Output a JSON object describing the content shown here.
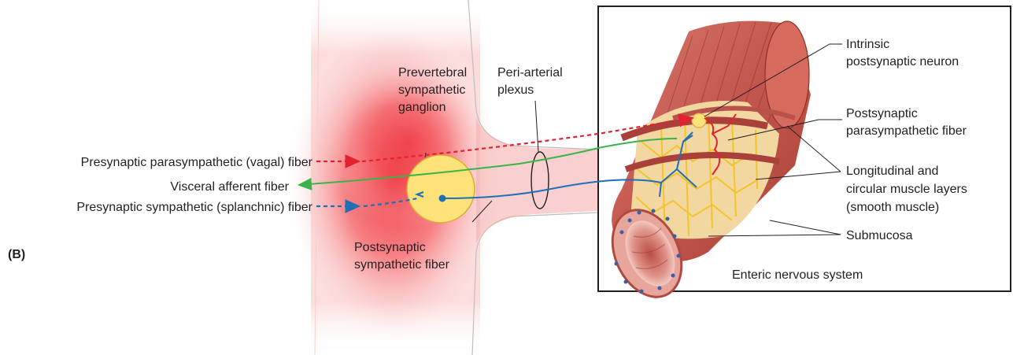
{
  "panel_label": "(B)",
  "left_labels": {
    "presynaptic_parasympathetic": "Presynaptic parasympathetic (vagal) fiber",
    "visceral_afferent": "Visceral afferent fiber",
    "presynaptic_sympathetic": "Presynaptic sympathetic (splanchnic) fiber"
  },
  "ganglion_label": [
    "Prevertebral",
    "sympathetic",
    "ganglion"
  ],
  "plexus_label": [
    "Peri-arterial",
    "plexus"
  ],
  "postsynaptic_sympathetic_label": [
    "Postsynaptic",
    "sympathetic fiber"
  ],
  "right_labels": {
    "intrinsic_neuron": [
      "Intrinsic",
      "postsynaptic neuron"
    ],
    "postsynaptic_parasympathetic": [
      "Postsynaptic",
      "parasympathetic fiber"
    ],
    "muscle_layers": [
      "Longitudinal and",
      "circular muscle layers",
      "(smooth muscle)"
    ],
    "submucosa": "Submucosa"
  },
  "box_caption": "Enteric nervous system",
  "colors": {
    "parasympathetic": "#e4222f",
    "afferent": "#3ab44a",
    "sympathetic": "#1f6fb5",
    "ganglion_fill": "#fde27a",
    "glow": "#f0343c",
    "muscle": "#c8574e",
    "submucosa_network": "#f2c42c"
  }
}
